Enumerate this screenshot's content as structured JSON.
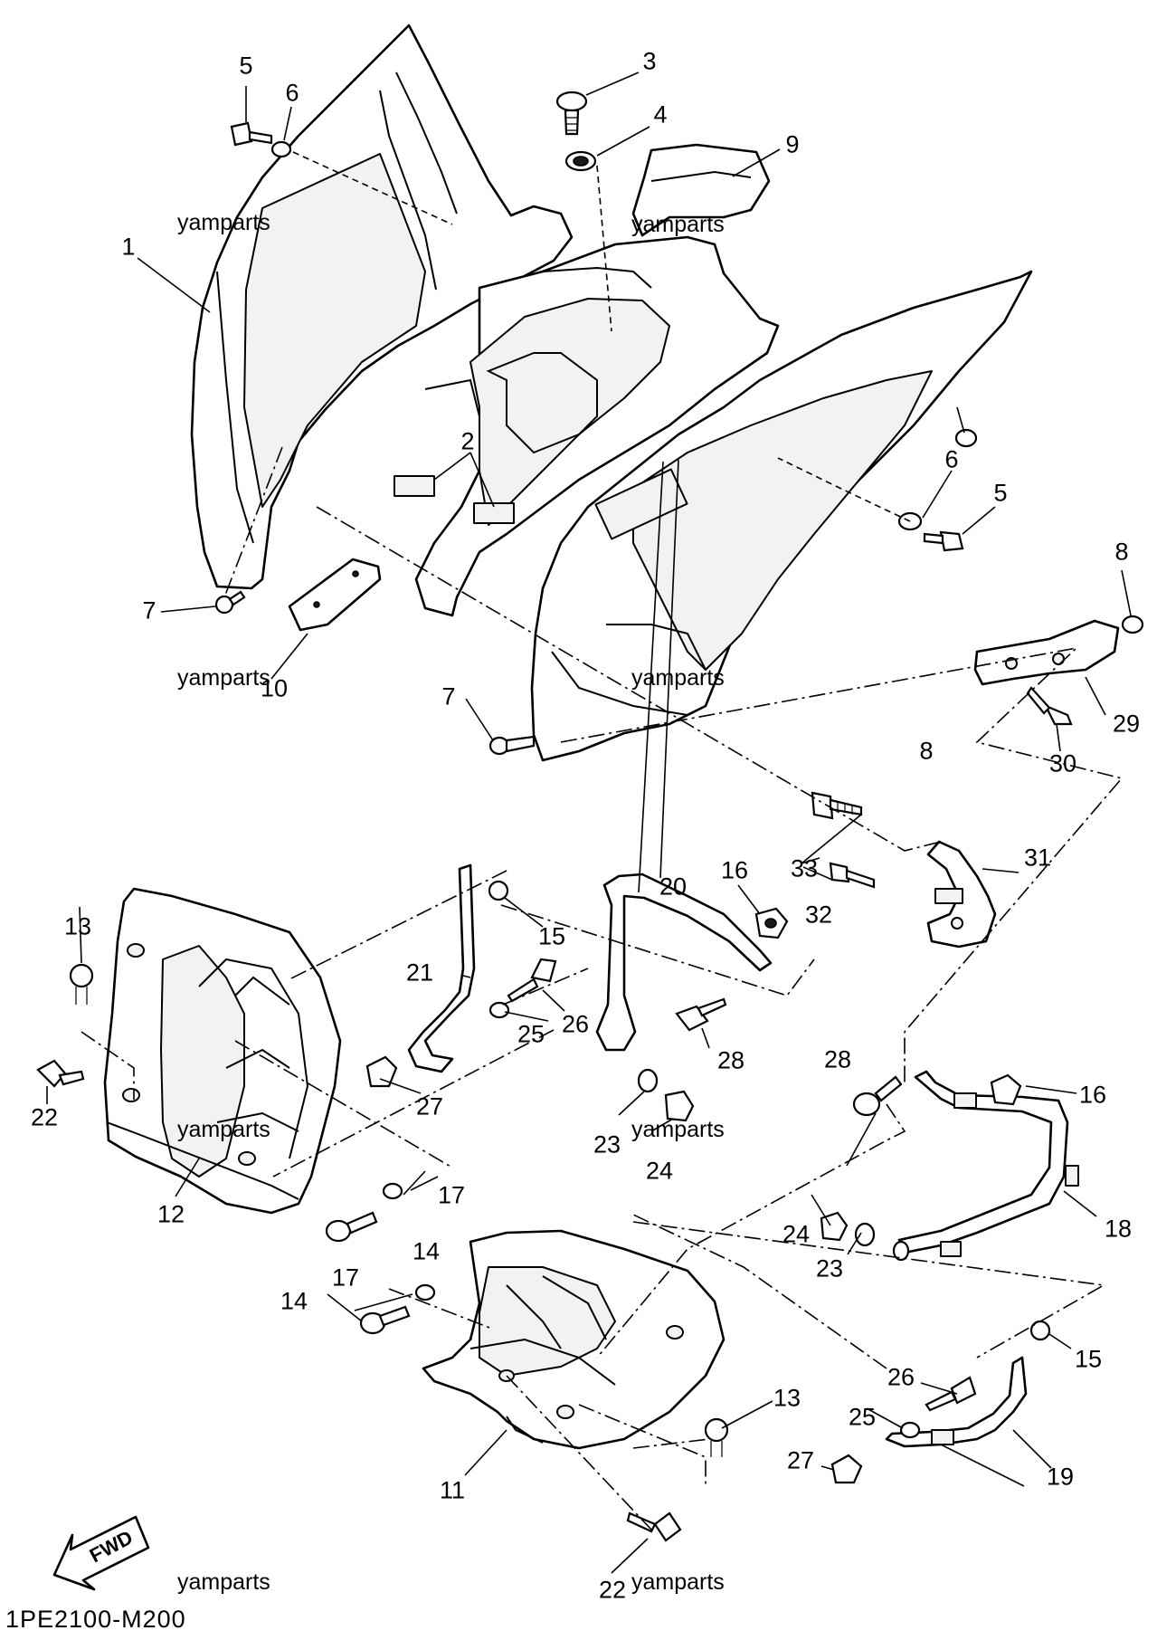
{
  "diagram": {
    "code": "1PE2100-M200",
    "fwd_label": "FWD",
    "watermark": "yamparts",
    "callouts": [
      {
        "id": "c1",
        "text": "1"
      },
      {
        "id": "c2",
        "text": "2"
      },
      {
        "id": "c3",
        "text": "3"
      },
      {
        "id": "c4",
        "text": "4"
      },
      {
        "id": "c5a",
        "text": "5"
      },
      {
        "id": "c5b",
        "text": "5"
      },
      {
        "id": "c6a",
        "text": "6"
      },
      {
        "id": "c6b",
        "text": "6"
      },
      {
        "id": "c7a",
        "text": "7"
      },
      {
        "id": "c7b",
        "text": "7"
      },
      {
        "id": "c8a",
        "text": "8"
      },
      {
        "id": "c8b",
        "text": "8"
      },
      {
        "id": "c9",
        "text": "9"
      },
      {
        "id": "c10",
        "text": "10"
      },
      {
        "id": "c11",
        "text": "11"
      },
      {
        "id": "c12",
        "text": "12"
      },
      {
        "id": "c13a",
        "text": "13"
      },
      {
        "id": "c13b",
        "text": "13"
      },
      {
        "id": "c14a",
        "text": "14"
      },
      {
        "id": "c14b",
        "text": "14"
      },
      {
        "id": "c15a",
        "text": "15"
      },
      {
        "id": "c15b",
        "text": "15"
      },
      {
        "id": "c16a",
        "text": "16"
      },
      {
        "id": "c16b",
        "text": "16"
      },
      {
        "id": "c17a",
        "text": "17"
      },
      {
        "id": "c17b",
        "text": "17"
      },
      {
        "id": "c18",
        "text": "18"
      },
      {
        "id": "c19",
        "text": "19"
      },
      {
        "id": "c20",
        "text": "20"
      },
      {
        "id": "c21",
        "text": "21"
      },
      {
        "id": "c22a",
        "text": "22"
      },
      {
        "id": "c22b",
        "text": "22"
      },
      {
        "id": "c23a",
        "text": "23"
      },
      {
        "id": "c23b",
        "text": "23"
      },
      {
        "id": "c24a",
        "text": "24"
      },
      {
        "id": "c24b",
        "text": "24"
      },
      {
        "id": "c25a",
        "text": "25"
      },
      {
        "id": "c25b",
        "text": "25"
      },
      {
        "id": "c26a",
        "text": "26"
      },
      {
        "id": "c26b",
        "text": "26"
      },
      {
        "id": "c27a",
        "text": "27"
      },
      {
        "id": "c27b",
        "text": "27"
      },
      {
        "id": "c28a",
        "text": "28"
      },
      {
        "id": "c28b",
        "text": "28"
      },
      {
        "id": "c29",
        "text": "29"
      },
      {
        "id": "c30",
        "text": "30"
      },
      {
        "id": "c31",
        "text": "31"
      },
      {
        "id": "c32",
        "text": "32"
      },
      {
        "id": "c33",
        "text": "33"
      }
    ]
  }
}
